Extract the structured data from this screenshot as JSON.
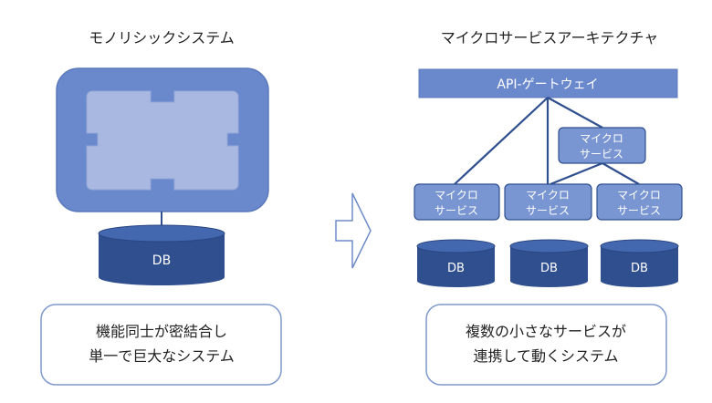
{
  "left": {
    "title": "モノリシックシステム",
    "db_label": "DB",
    "caption_line1": "機能同士が密結合し",
    "caption_line2": "単一で巨大なシステム"
  },
  "right": {
    "title": "マイクロサービスアーキテクチャ",
    "gateway_label": "API-ゲートウェイ",
    "service_line1": "マイクロ",
    "service_line2": "サービス",
    "db_label": "DB",
    "caption_line1": "複数の小さなサービスが",
    "caption_line2": "連携して動くシステム"
  },
  "colors": {
    "dark_blue": "#2f4f8f",
    "mid_blue": "#5b7fc4",
    "light_blue": "#7a96d2",
    "pale_blue": "#a9b9e0",
    "box_border": "#7f99cc",
    "text": "#222222"
  }
}
